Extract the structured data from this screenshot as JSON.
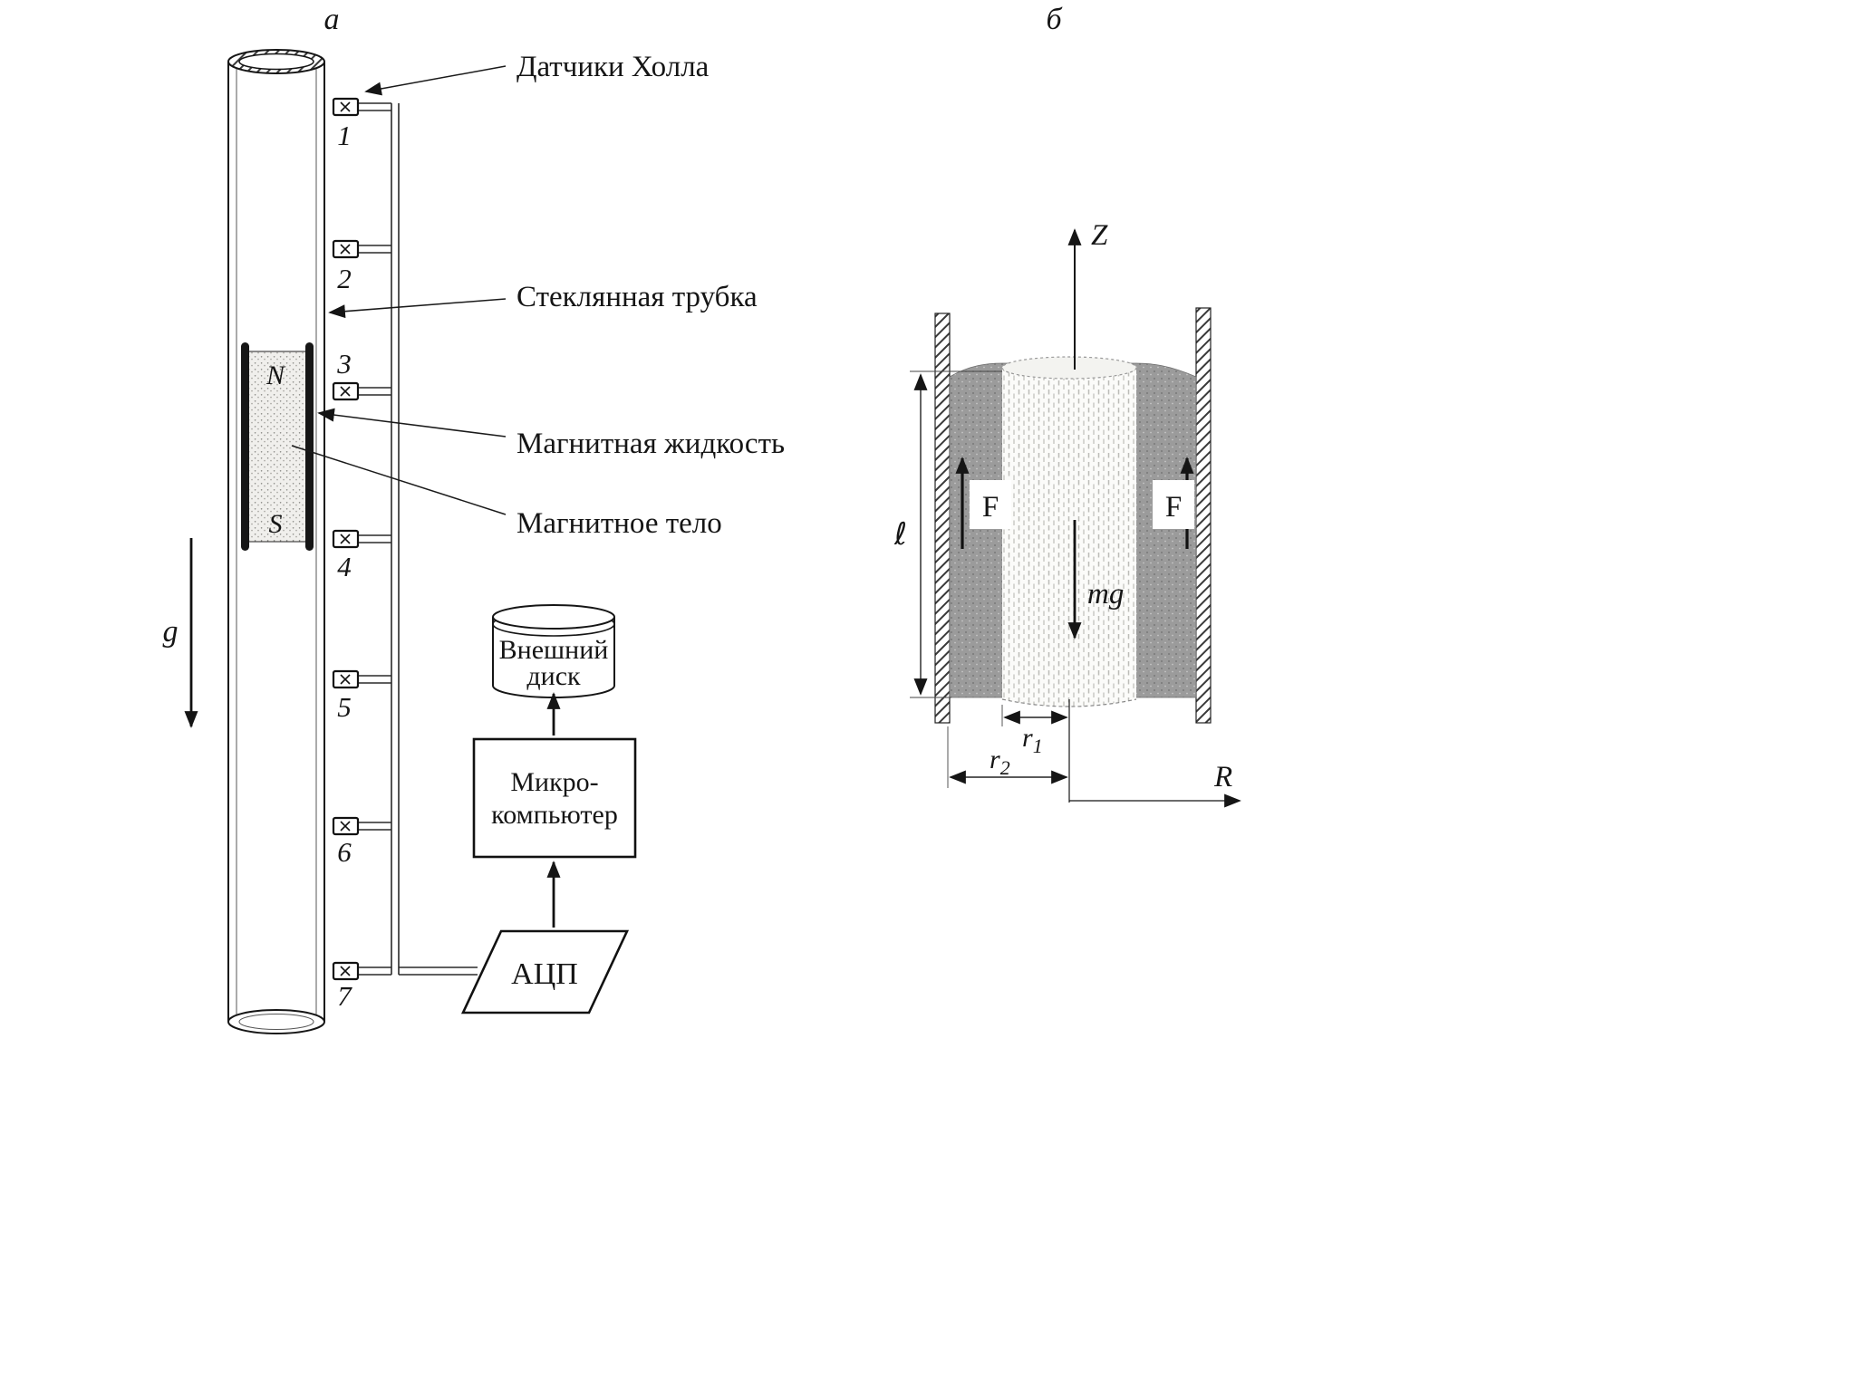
{
  "panel_a": {
    "title": "а",
    "labels": {
      "hall": "Датчики Холла",
      "tube": "Стеклянная трубка",
      "fluid": "Магнитная жидкость",
      "body": "Магнитное тело"
    },
    "magnet": {
      "north": "N",
      "south": "S"
    },
    "gravity": "g",
    "sensors": [
      "1",
      "2",
      "3",
      "4",
      "5",
      "6",
      "7"
    ],
    "disk": {
      "line1": "Внешний",
      "line2": "диск"
    },
    "computer": {
      "line1": "Микро-",
      "line2": "компьютер"
    },
    "adc": "АЦП"
  },
  "panel_b": {
    "title": "б",
    "axis_z": "Z",
    "axis_r": "R",
    "force": "F",
    "weight": "mg",
    "length": "ℓ",
    "r1_base": "r",
    "r1_sub": "1",
    "r2_base": "r",
    "r2_sub": "2"
  },
  "colors": {
    "ink": "#151515",
    "fluid_gray": "#9b9b9b",
    "magnet_band": "#161616",
    "paper": "#ffffff"
  }
}
